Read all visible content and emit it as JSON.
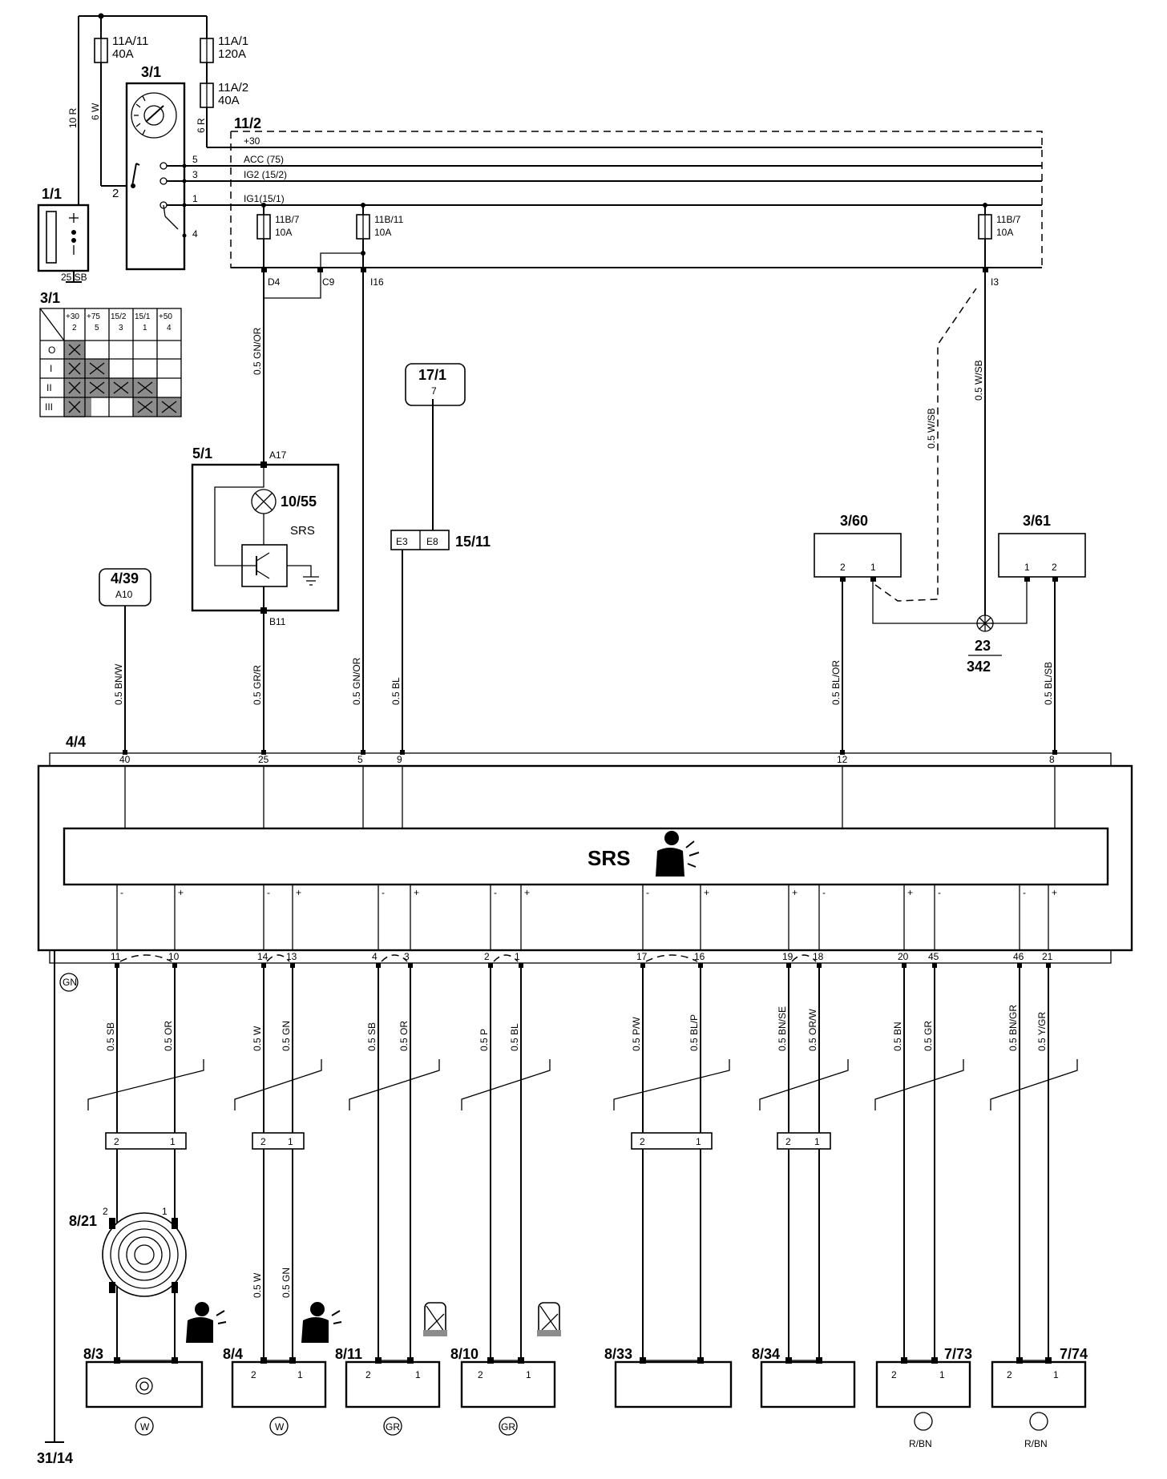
{
  "fuses": {
    "f1": {
      "id": "11A/11",
      "rating": "40A"
    },
    "f2": {
      "id": "11A/1",
      "rating": "120A"
    },
    "f3": {
      "id": "11A/2",
      "rating": "40A"
    },
    "f4": {
      "id": "11B/7",
      "rating": "10A"
    },
    "f5": {
      "id": "11B/11",
      "rating": "10A"
    },
    "f6": {
      "id": "11B/7",
      "rating": "10A"
    }
  },
  "components": {
    "battery": "1/1",
    "ign_switch": "3/1",
    "ign_table": "3/1",
    "central_box": "11/2",
    "combi_instrument": "5/1",
    "warning_lamp": "10/55",
    "warning_text": "SRS",
    "diag_socket": "4/39",
    "diag_pin": "A10",
    "data_link": "17/1",
    "data_link_pin": "7",
    "module_15_11": "15/11",
    "conn_3_60": "3/60",
    "conn_3_61": "3/61",
    "splice_top": "23",
    "splice_bottom": "342",
    "srs_module": "4/4",
    "srs_label": "SRS",
    "ground": "31/14",
    "contact_reel": "8/21",
    "c_8_3": "8/3",
    "c_8_4": "8/4",
    "c_8_11": "8/11",
    "c_8_10": "8/10",
    "c_8_33": "8/33",
    "c_8_34": "8/34",
    "c_7_73": "7/73",
    "c_7_74": "7/74"
  },
  "bus": {
    "l30": "+30",
    "acc": "ACC (75)",
    "ig2": "IG2 (15/2)",
    "ig1": "IG1(15/1)"
  },
  "switch_pins": {
    "p5": "5",
    "p3": "3",
    "p1": "1",
    "p4": "4",
    "p2": "2"
  },
  "ign_table": {
    "header": [
      "+30",
      "+75",
      "15/2",
      "15/1",
      "+50"
    ],
    "subheader": [
      "2",
      "5",
      "3",
      "1",
      "4"
    ],
    "rows": [
      "O",
      "I",
      "II",
      "III"
    ]
  },
  "pins": {
    "d4": "D4",
    "c9": "C9",
    "i16": "I16",
    "i3": "I3",
    "a17": "A17",
    "b11": "B11",
    "e3": "E3",
    "e8": "E8",
    "p360_2": "2",
    "p360_1": "1",
    "p361_1": "1",
    "p361_2": "2",
    "top": [
      "40",
      "25",
      "5",
      "9",
      "12",
      "8"
    ],
    "bottom": [
      "11",
      "10",
      "14",
      "13",
      "4",
      "3",
      "2",
      "1",
      "17",
      "16",
      "19",
      "18",
      "20",
      "45",
      "46",
      "21"
    ],
    "pol": [
      "-",
      "+",
      "-",
      "+",
      "-",
      "+",
      "-",
      "+",
      "-",
      "+",
      "+",
      "-",
      "+",
      "-",
      "-",
      "+"
    ],
    "conn_a": "2",
    "conn_b": "1"
  },
  "wires": {
    "w10r": "10 R",
    "w6w": "6 W",
    "w6r": "6 R",
    "w25sb": "25 SB",
    "w_gnor1": "0.5 GN/OR",
    "w_wsb_d": "0.5 W/SB",
    "w_wsb": "0.5 W/SB",
    "w_bnw": "0.5 BN/W",
    "w_grr": "0.5 GR/R",
    "w_gnor2": "0.5 GN/OR",
    "w_bl": "0.5 BL",
    "w_blor": "0.5 BL/OR",
    "w_blsb": "0.5 BL/SB",
    "bottom": [
      "0.5 SB",
      "0.5 OR",
      "0.5 W",
      "0.5 GN",
      "0.5 SB",
      "0.5 OR",
      "0.5 P",
      "0.5 BL",
      "0.5 P/W",
      "0.5 BL/P",
      "0.5 BN/SE",
      "0.5 OR/W",
      "0.5 BN",
      "0.5 GR",
      "0.5 BN/GR",
      "0.5 Y/GR"
    ],
    "w_w2": "0.5 W",
    "w_gn2": "0.5 GN"
  },
  "markers": {
    "gn": "GN",
    "w1": "W",
    "w2": "W",
    "gr1": "GR",
    "gr2": "GR",
    "rbn1": "R/BN",
    "rbn2": "R/BN"
  }
}
